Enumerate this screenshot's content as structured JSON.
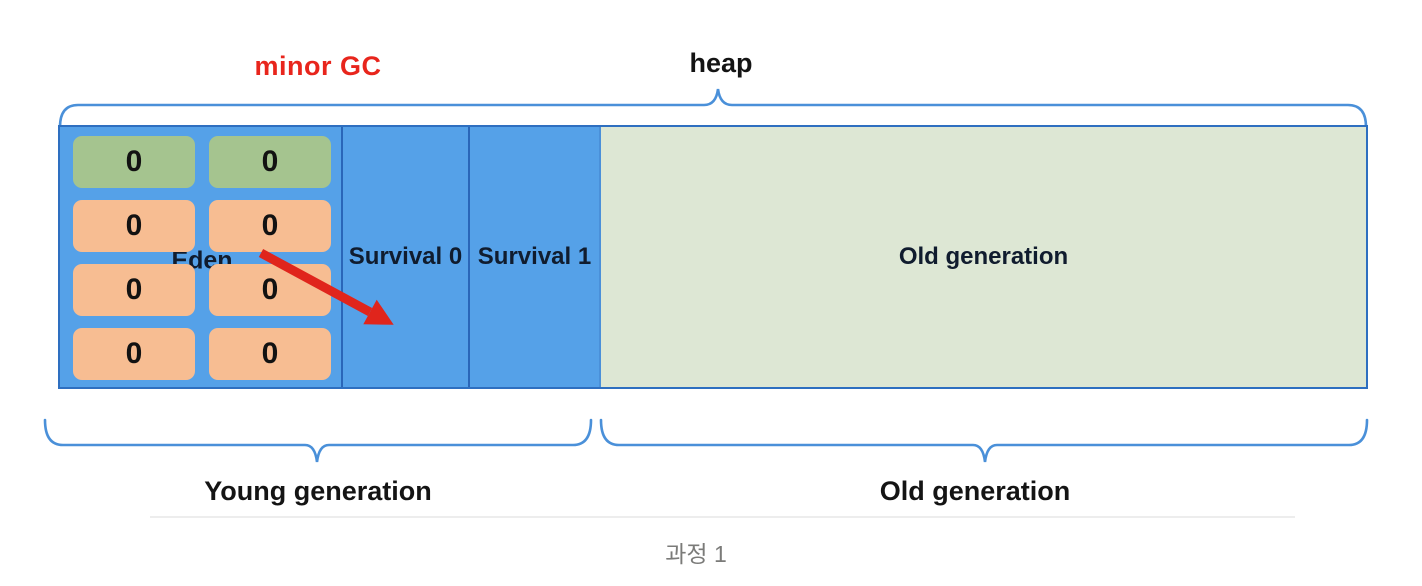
{
  "annotations": {
    "minor_gc": "minor GC",
    "heap": "heap"
  },
  "heap": {
    "sections": {
      "eden": {
        "label": "Eden"
      },
      "survival0": {
        "label": "Survival 0"
      },
      "survival1": {
        "label": "Survival 1"
      },
      "old": {
        "label": "Old generation"
      }
    },
    "eden_objects": [
      {
        "value": "0",
        "color": "green"
      },
      {
        "value": "0",
        "color": "green"
      },
      {
        "value": "0",
        "color": "orange"
      },
      {
        "value": "0",
        "color": "orange"
      },
      {
        "value": "0",
        "color": "orange"
      },
      {
        "value": "0",
        "color": "orange"
      },
      {
        "value": "0",
        "color": "orange"
      },
      {
        "value": "0",
        "color": "orange"
      }
    ]
  },
  "braces": {
    "young": {
      "label": "Young generation"
    },
    "old": {
      "label": "Old generation"
    }
  },
  "caption": "과정 1",
  "colors": {
    "minor_gc_red": "#e8251c",
    "arrow_red": "#e0251c",
    "brace_blue": "#4a90d9",
    "section_blue": "#55a1e8",
    "divider_blue": "#2a66b8",
    "container_border_blue": "#2e6fc0",
    "old_gen_sage": "#dde7d4",
    "object_green": "#a5c48f",
    "object_orange": "#f7bd92",
    "caption_gray": "#7b7b79"
  }
}
